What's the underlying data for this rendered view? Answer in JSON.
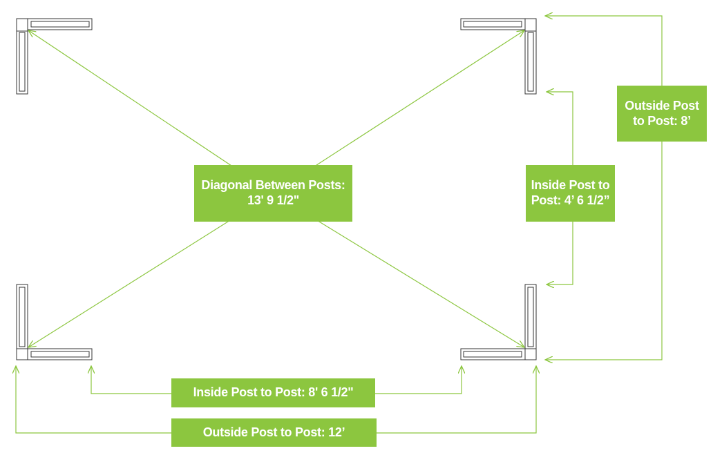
{
  "colors": {
    "accent": "#8cc63f",
    "arrow": "#8cc63f",
    "post_outline": "#333333",
    "label_text": "#ffffff"
  },
  "labels": {
    "diagonal": {
      "line1": "Diagonal Between Posts:",
      "line2": "13' 9 1/2\""
    },
    "inside_side": {
      "line1": "Inside Post to",
      "line2": "Post: 4’ 6 1/2”"
    },
    "outside_side": {
      "line1": "Outside Post",
      "line2": "to Post: 8’"
    },
    "inside_bottom": {
      "line1": "Inside Post to Post: 8' 6 1/2\""
    },
    "outside_bottom": {
      "line1": "Outside Post to Post: 12’"
    }
  }
}
